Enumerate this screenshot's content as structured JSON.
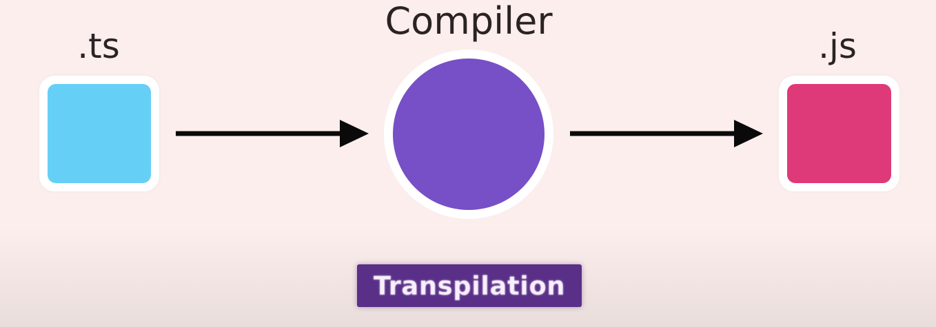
{
  "labels": {
    "input": ".ts",
    "process": "Compiler",
    "output": ".js"
  },
  "caption": "Transpilation",
  "colors": {
    "background": "#fbeeed",
    "ts_box": "#66cff6",
    "compiler_circle": "#774fc6",
    "js_box": "#de3a79",
    "arrow": "#0a0a0a",
    "caption_bg": "#5a2f88"
  }
}
